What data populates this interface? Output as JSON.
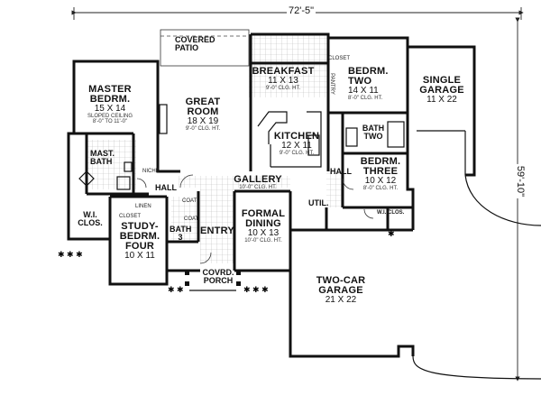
{
  "dimensions": {
    "width": "72'-5\"",
    "depth": "59'-10\""
  },
  "rooms": {
    "covered_patio": {
      "name": "COVERED\nPATIO"
    },
    "master": {
      "name": "MASTER\nBEDRM.",
      "size": "15 X 14",
      "ceiling": "SLOPED CEILING\n8'-0\" TO 11'-0\""
    },
    "great_room": {
      "name": "GREAT\nROOM",
      "size": "18 X 19",
      "ceiling": "9'-0\" CLG. HT."
    },
    "breakfast": {
      "name": "BREAKFAST",
      "size": "11 X 13",
      "ceiling": "9'-0\" CLG. HT."
    },
    "kitchen": {
      "name": "KITCHEN",
      "size": "12 X 11",
      "ceiling": "9'-0\" CLG. HT."
    },
    "bedrm_two": {
      "name": "BEDRM.\nTWO",
      "size": "14 X 11",
      "ceiling": "8'-0\" CLG. HT."
    },
    "single_garage": {
      "name": "SINGLE\nGARAGE",
      "size": "11 X 22"
    },
    "bath_two": {
      "name": "BATH\nTWO"
    },
    "bedrm_three": {
      "name": "BEDRM.\nTHREE",
      "size": "10 X 12",
      "ceiling": "8'-0\" CLG. HT."
    },
    "mast_bath": {
      "name": "MAST.\nBATH"
    },
    "wi_clos_left": {
      "name": "W.I.\nCLOS."
    },
    "hall_left": {
      "name": "HALL"
    },
    "gallery": {
      "name": "GALLERY",
      "ceiling": "10'-0\" CLG. HT."
    },
    "hall_right": {
      "name": "HALL"
    },
    "study": {
      "name": "STUDY-\nBEDRM.\nFOUR",
      "size": "10 X 11"
    },
    "bath3": {
      "name": "BATH\n3"
    },
    "entry": {
      "name": "ENTRY"
    },
    "formal_dining": {
      "name": "FORMAL\nDINING",
      "size": "10 X 13",
      "ceiling": "10'-0\" CLG. HT."
    },
    "util": {
      "name": "UTIL."
    },
    "wi_clos_right": {
      "name": "W.I.\nCLOS."
    },
    "covd_porch": {
      "name": "COVRD.\nPORCH"
    },
    "two_car_garage": {
      "name": "TWO-CAR\nGARAGE",
      "size": "21 X 22"
    }
  },
  "small_labels": {
    "pantry": "PANTRY",
    "closet_top": "CLOSET",
    "niche": "NICHE",
    "coat_a": "COAT",
    "coat_b": "COAT",
    "closet_study": "CLOSET",
    "linen": "LINEN"
  }
}
